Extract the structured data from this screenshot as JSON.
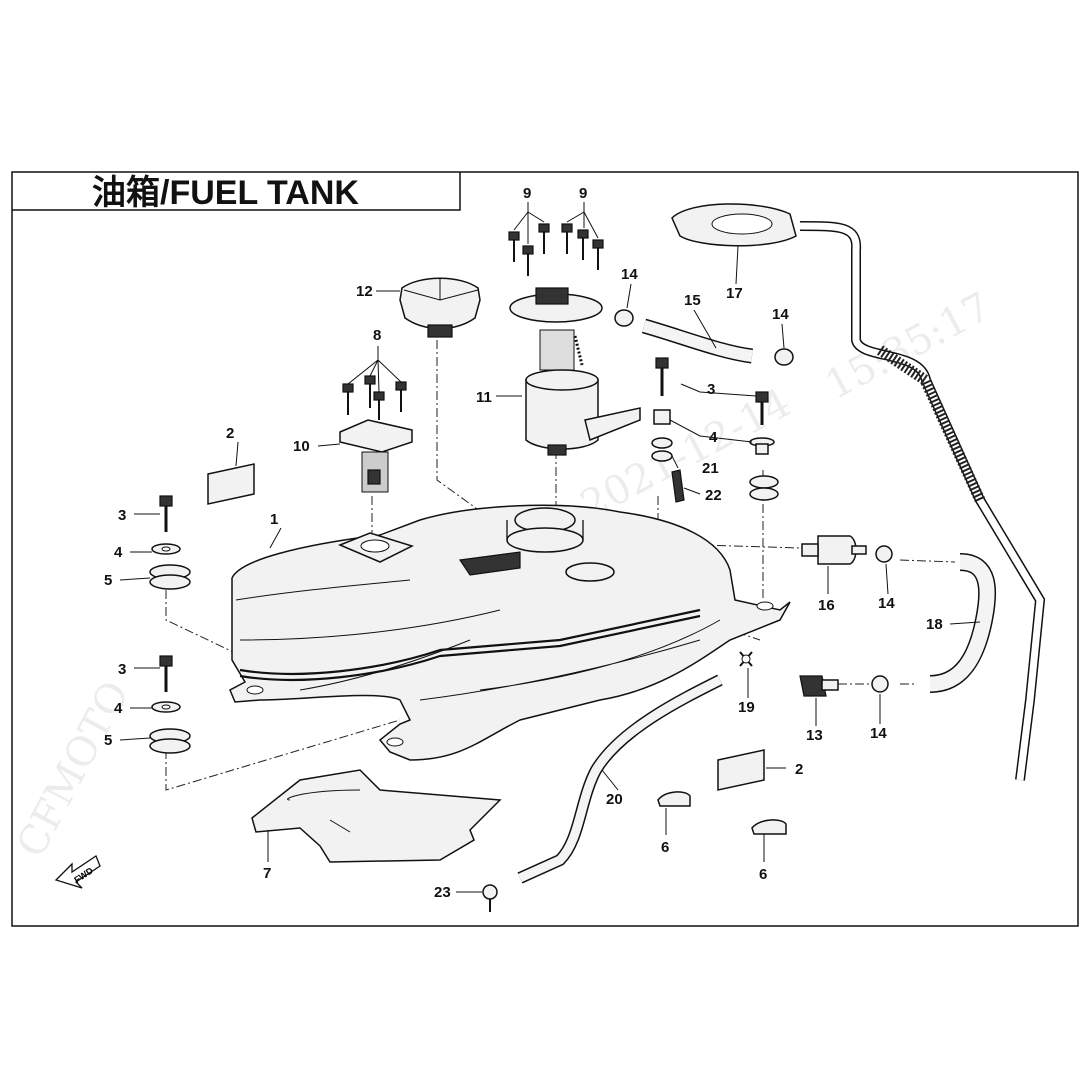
{
  "title": "油箱/FUEL TANK",
  "watermark": {
    "brand": "CFMOTO",
    "time_fragment": "15:35:17",
    "date_fragment": "2021-12-14"
  },
  "fwd_label": "FWD",
  "callouts": [
    {
      "id": "c-1",
      "label": "1"
    },
    {
      "id": "c-2a",
      "label": "2"
    },
    {
      "id": "c-2b",
      "label": "2"
    },
    {
      "id": "c-3a",
      "label": "3"
    },
    {
      "id": "c-3b",
      "label": "3"
    },
    {
      "id": "c-3c",
      "label": "3"
    },
    {
      "id": "c-4a",
      "label": "4"
    },
    {
      "id": "c-4b",
      "label": "4"
    },
    {
      "id": "c-4c",
      "label": "4"
    },
    {
      "id": "c-5a",
      "label": "5"
    },
    {
      "id": "c-5b",
      "label": "5"
    },
    {
      "id": "c-6a",
      "label": "6"
    },
    {
      "id": "c-6b",
      "label": "6"
    },
    {
      "id": "c-7",
      "label": "7"
    },
    {
      "id": "c-8",
      "label": "8"
    },
    {
      "id": "c-9a",
      "label": "9"
    },
    {
      "id": "c-9b",
      "label": "9"
    },
    {
      "id": "c-10",
      "label": "10"
    },
    {
      "id": "c-11",
      "label": "11"
    },
    {
      "id": "c-12",
      "label": "12"
    },
    {
      "id": "c-13",
      "label": "13"
    },
    {
      "id": "c-14a",
      "label": "14"
    },
    {
      "id": "c-14b",
      "label": "14"
    },
    {
      "id": "c-14c",
      "label": "14"
    },
    {
      "id": "c-14d",
      "label": "14"
    },
    {
      "id": "c-15",
      "label": "15"
    },
    {
      "id": "c-16",
      "label": "16"
    },
    {
      "id": "c-17",
      "label": "17"
    },
    {
      "id": "c-18",
      "label": "18"
    },
    {
      "id": "c-19",
      "label": "19"
    },
    {
      "id": "c-20",
      "label": "20"
    },
    {
      "id": "c-21",
      "label": "21"
    },
    {
      "id": "c-22",
      "label": "22"
    },
    {
      "id": "c-23",
      "label": "23"
    }
  ]
}
